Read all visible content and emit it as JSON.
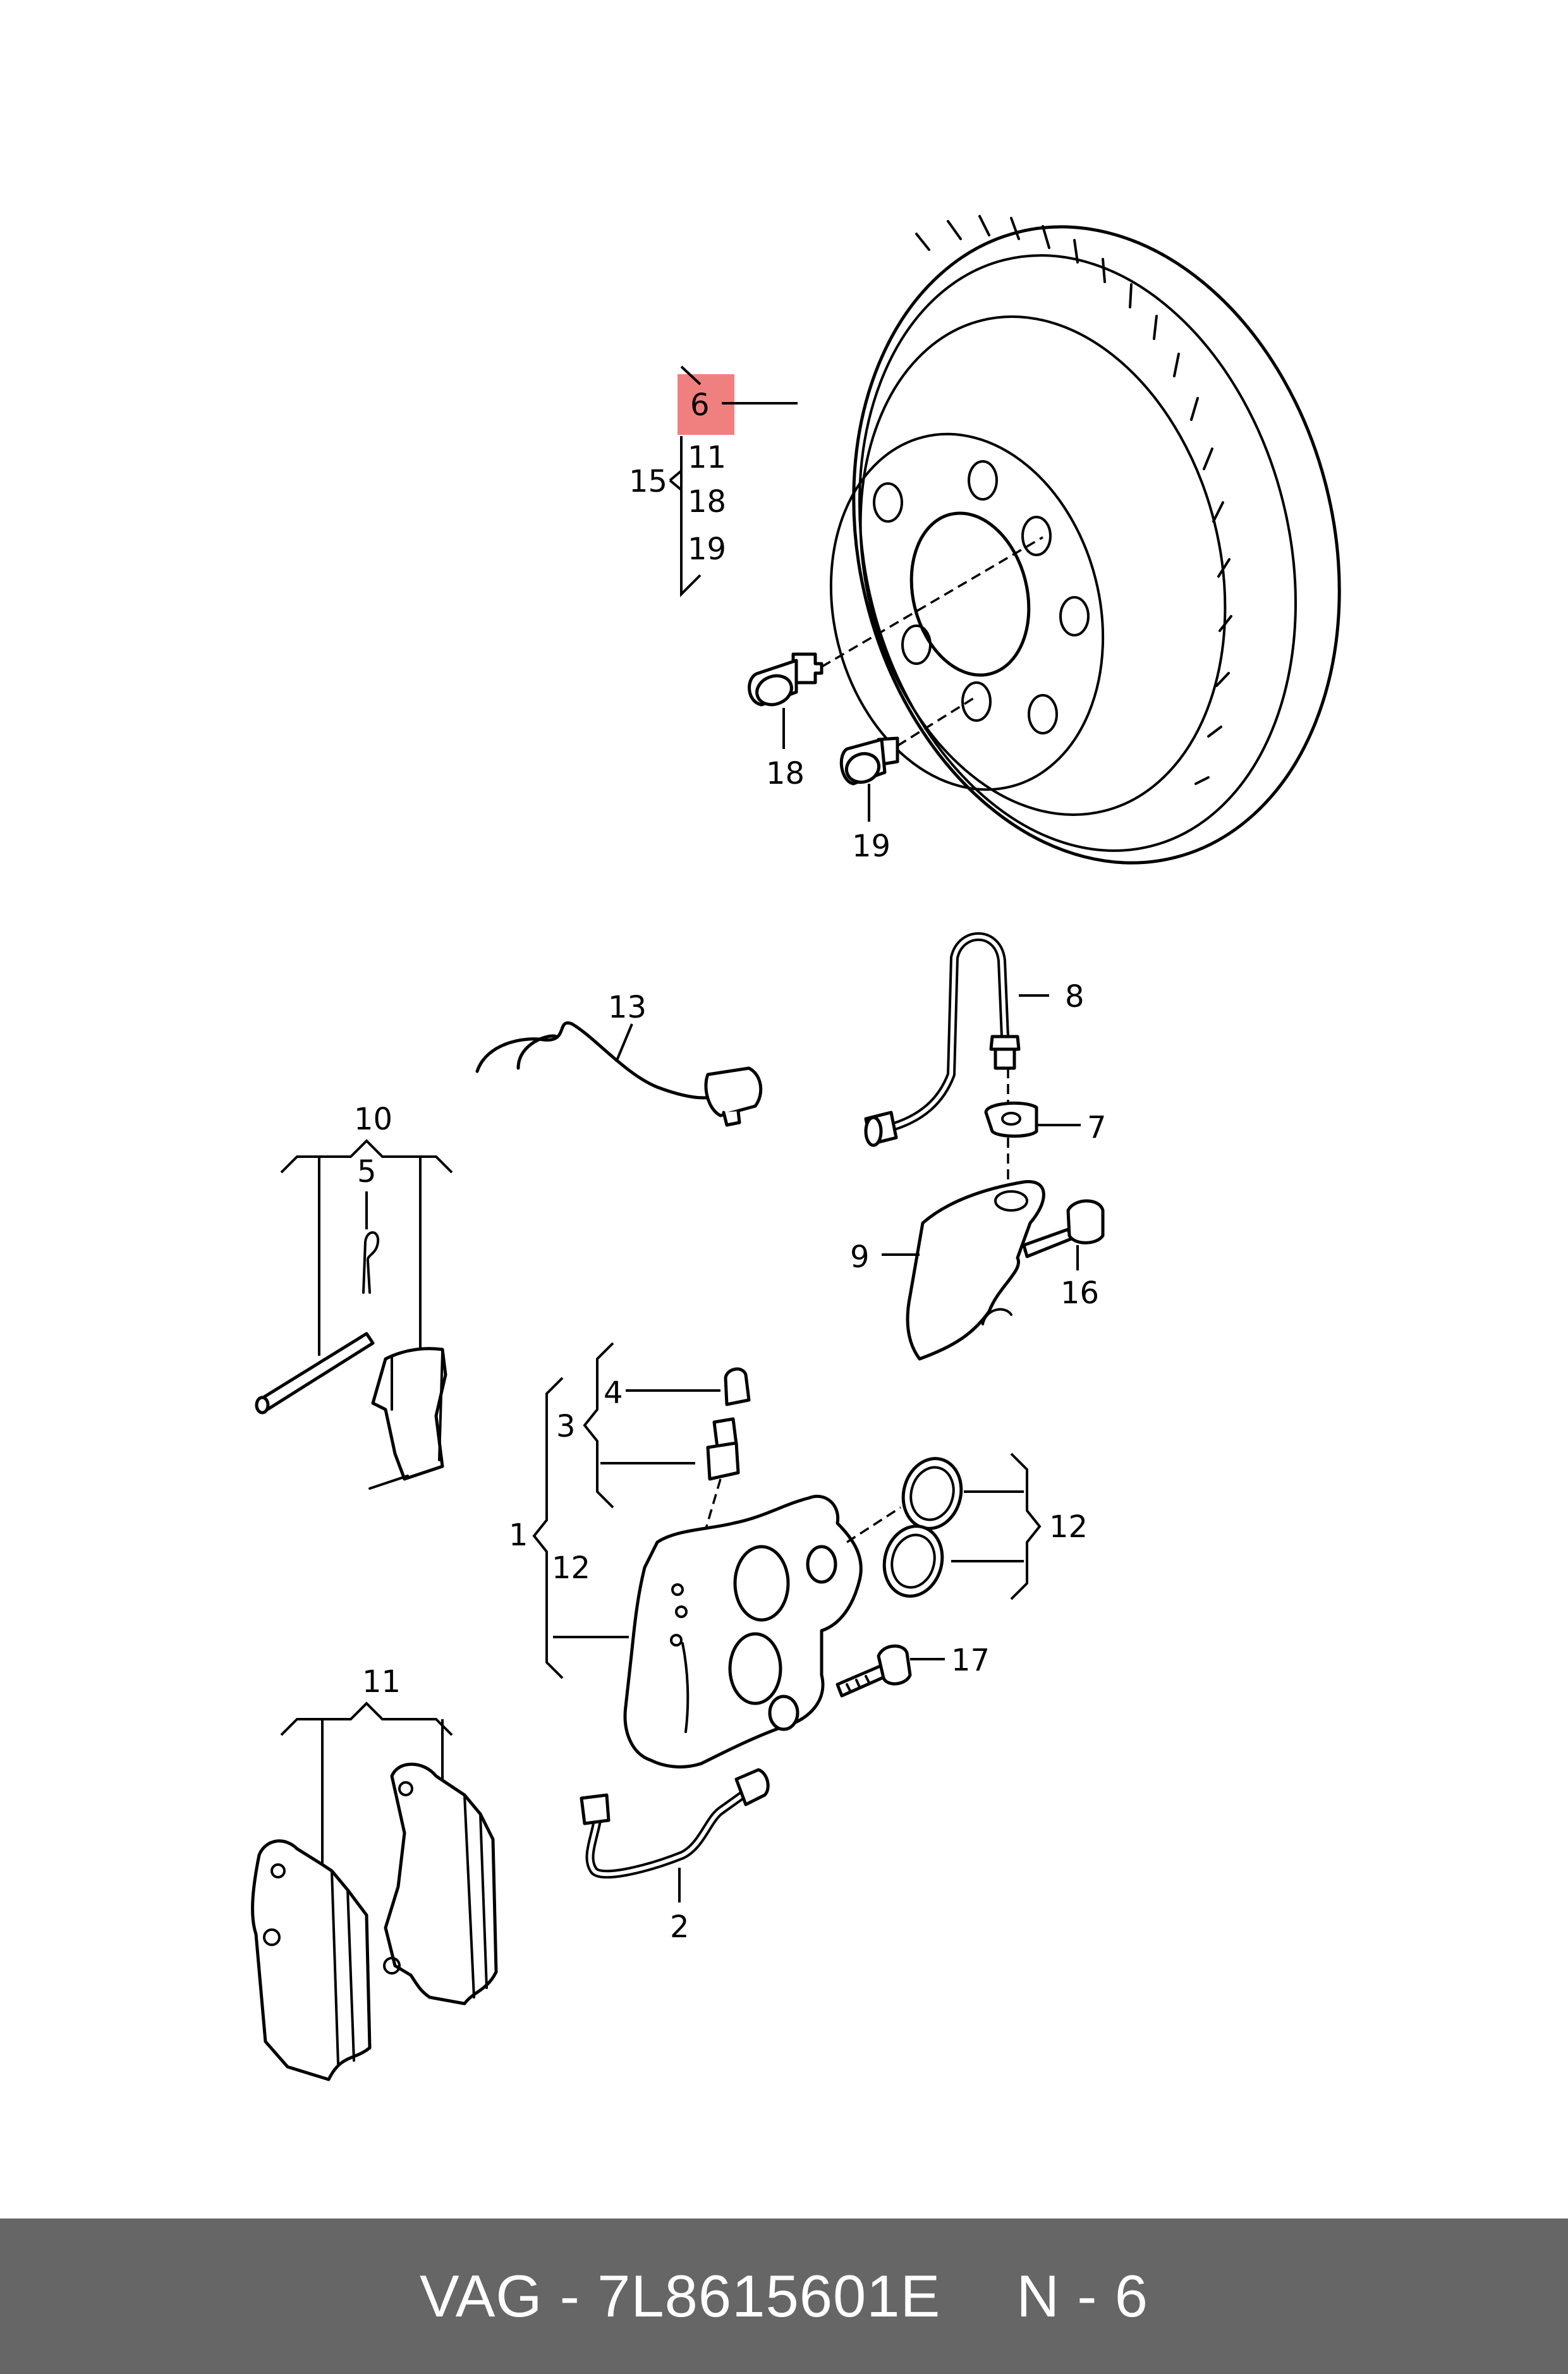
{
  "callouts": {
    "c6": "6",
    "c11_top": "11",
    "c15": "15",
    "c18_top": "18",
    "c19_top": "19",
    "c18": "18",
    "c19": "19",
    "c13": "13",
    "c8": "8",
    "c7": "7",
    "c9": "9",
    "c16": "16",
    "c10": "10",
    "c5": "5",
    "c4": "4",
    "c3": "3",
    "c1": "1",
    "c12_left": "12",
    "c12_right": "12",
    "c17": "17",
    "c11_bottom": "11",
    "c2": "2"
  },
  "highlight_color": "#f08080",
  "footer": {
    "part_number": "VAG - 7L8615601E",
    "page_ref": "N - 6"
  }
}
